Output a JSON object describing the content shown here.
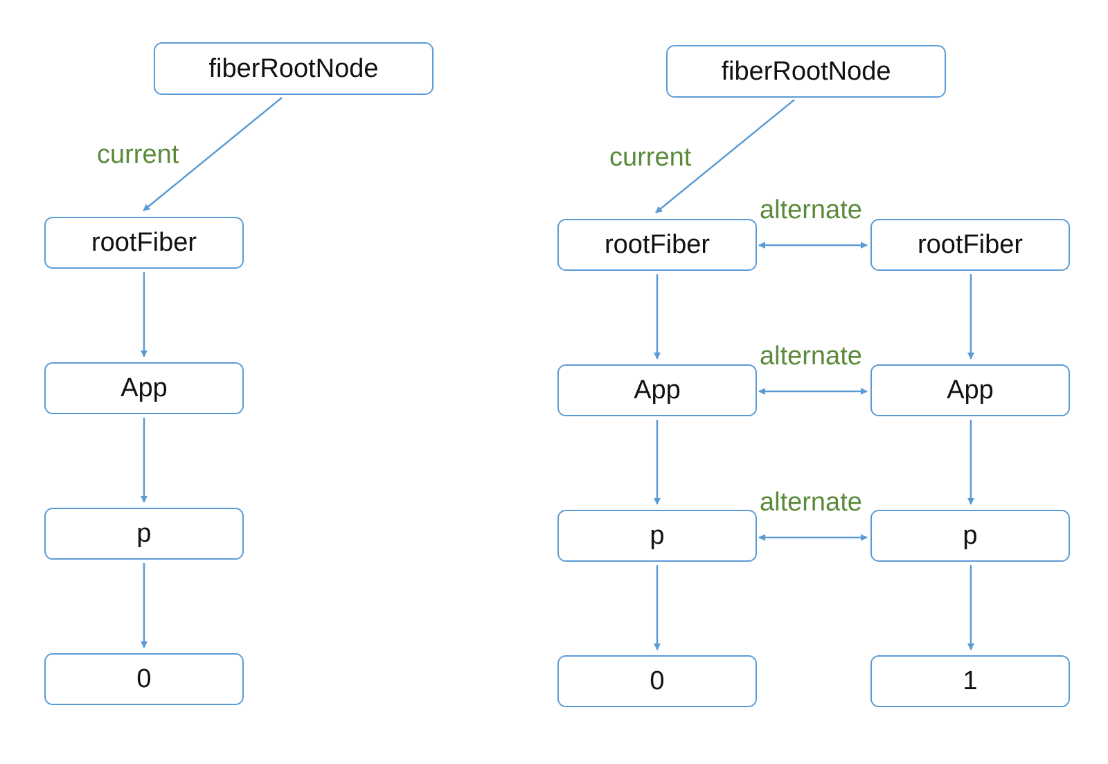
{
  "colors": {
    "box_border": "#5b9bd5",
    "arrow": "#5b9bd5",
    "edge_label": "#5a8a3a",
    "text": "#111111"
  },
  "left_tree": {
    "root": "fiberRootNode",
    "current_label": "current",
    "nodes": [
      "rootFiber",
      "App",
      "p",
      "0"
    ]
  },
  "right_tree": {
    "root": "fiberRootNode",
    "current_label": "current",
    "current_nodes": [
      "rootFiber",
      "App",
      "p",
      "0"
    ],
    "alternate_nodes": [
      "rootFiber",
      "App",
      "p",
      "1"
    ],
    "alternate_labels": [
      "alternate",
      "alternate",
      "alternate"
    ]
  }
}
